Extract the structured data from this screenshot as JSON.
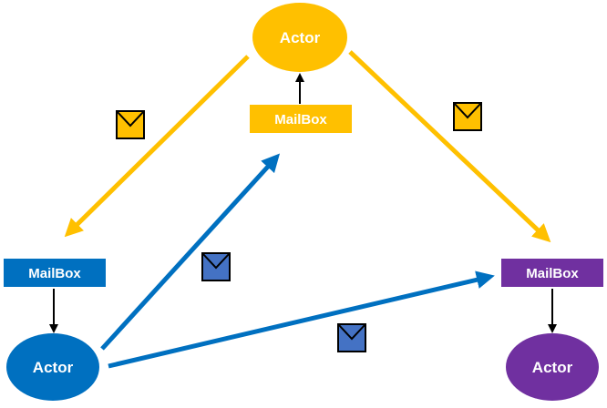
{
  "colors": {
    "yellow": "#FFC000",
    "blue": "#0070C0",
    "envelope_blue": "#4472C4",
    "purple": "#7030A0",
    "text": "#FFFFFF",
    "black": "#000000"
  },
  "actors": {
    "top": {
      "label": "Actor"
    },
    "left": {
      "label": "Actor"
    },
    "right": {
      "label": "Actor"
    }
  },
  "mailboxes": {
    "top": {
      "label": "MailBox"
    },
    "left": {
      "label": "MailBox"
    },
    "right": {
      "label": "MailBox"
    }
  },
  "envelopes": [
    {
      "name": "envelope-icon-yellow-left",
      "color": "yellow"
    },
    {
      "name": "envelope-icon-yellow-right",
      "color": "yellow"
    },
    {
      "name": "envelope-icon-blue-middle",
      "color": "envelope_blue"
    },
    {
      "name": "envelope-icon-blue-lower",
      "color": "envelope_blue"
    }
  ]
}
